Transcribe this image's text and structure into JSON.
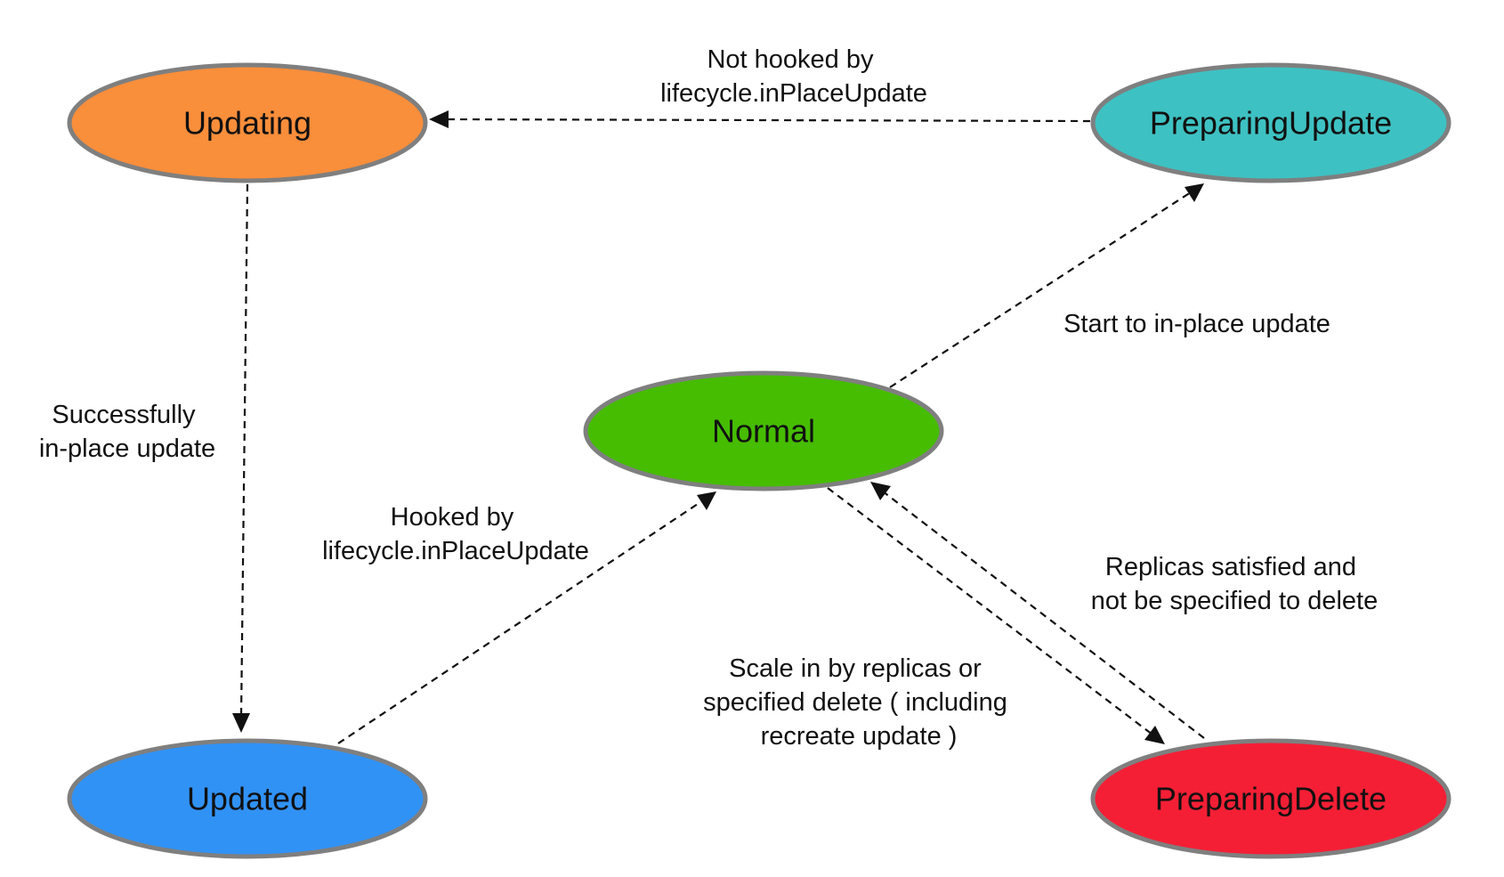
{
  "nodes": {
    "updating": {
      "label": "Updating",
      "color": "#f98e3b"
    },
    "preparing_update": {
      "label": "PreparingUpdate",
      "color": "#3ec1c2"
    },
    "normal": {
      "label": "Normal",
      "color": "#46bd00"
    },
    "updated": {
      "label": "Updated",
      "color": "#3192f5"
    },
    "preparing_delete": {
      "label": "PreparingDelete",
      "color": "#f41f35"
    }
  },
  "edges": {
    "not_hooked": {
      "lines": [
        "Not hooked by",
        "lifecycle.inPlaceUpdate"
      ]
    },
    "successfully_updated": {
      "lines": [
        "Successfully",
        "in-place update"
      ]
    },
    "start_update": {
      "lines": [
        "Start to in-place update"
      ]
    },
    "hooked": {
      "lines": [
        "Hooked by",
        "lifecycle.inPlaceUpdate"
      ]
    },
    "replicas_satisfied": {
      "lines": [
        "Replicas satisfied and",
        "not be specified to delete"
      ]
    },
    "scale_in": {
      "lines": [
        "Scale in by replicas or",
        "specified delete ( including",
        "recreate update )"
      ]
    }
  }
}
